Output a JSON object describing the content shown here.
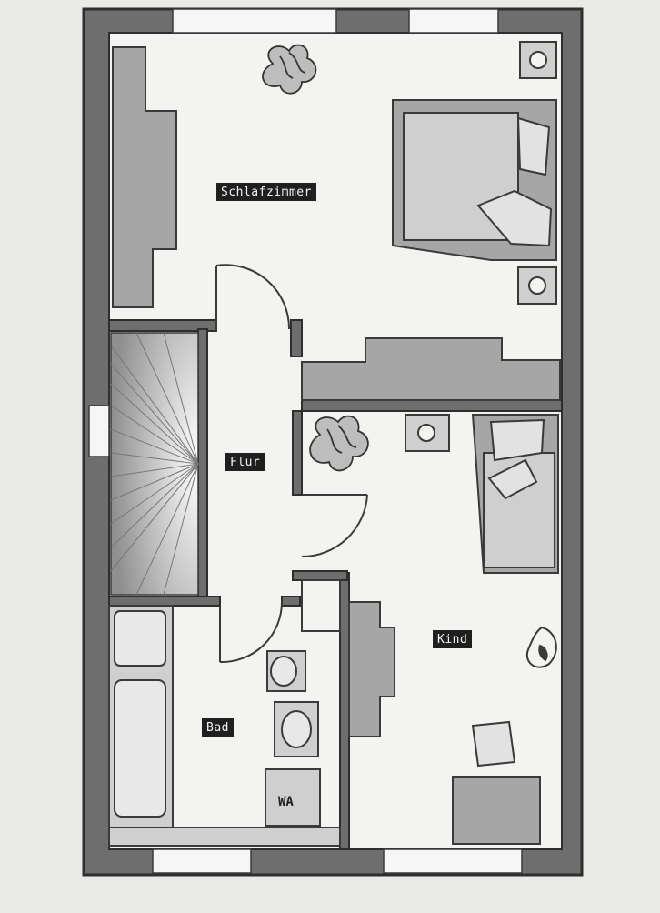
{
  "rooms": {
    "schlafzimmer": "Schlafzimmer",
    "flur": "Flur",
    "kind": "Kind",
    "bad": "Bad",
    "wa": "WA"
  },
  "colors": {
    "background": "#e9e9e7",
    "wall": "#6e6e6e",
    "wall_dark": "#3a3a3a",
    "furniture": "#a6a6a6",
    "floor": "#f3f3f1",
    "label_bg": "#1f1f1f",
    "label_text": "#f4f4f4"
  }
}
